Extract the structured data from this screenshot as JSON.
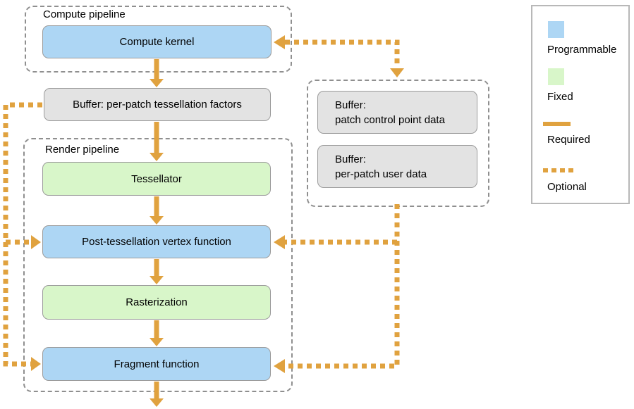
{
  "colors": {
    "programmable_blue": "#add6f4",
    "fixed_green": "#d8f6c9",
    "buffer_gray": "#e3e3e3",
    "connector_orange": "#e0a23f",
    "container_dash_gray": "#8f8f8f"
  },
  "compute_pipeline": {
    "title": "Compute pipeline",
    "compute_kernel": "Compute kernel"
  },
  "buffers": {
    "tess_factors": "Buffer: per-patch tessellation factors",
    "patch_control": {
      "line1": "Buffer:",
      "line2": "patch control point data"
    },
    "per_patch_user": {
      "line1": "Buffer:",
      "line2": "per-patch user data"
    }
  },
  "render_pipeline": {
    "title": "Render pipeline",
    "tessellator": "Tessellator",
    "post_tess_vertex": "Post-tessellation vertex function",
    "rasterization": "Rasterization",
    "fragment_function": "Fragment function"
  },
  "legend": {
    "programmable": "Programmable",
    "fixed": "Fixed",
    "required": "Required",
    "optional": "Optional"
  }
}
